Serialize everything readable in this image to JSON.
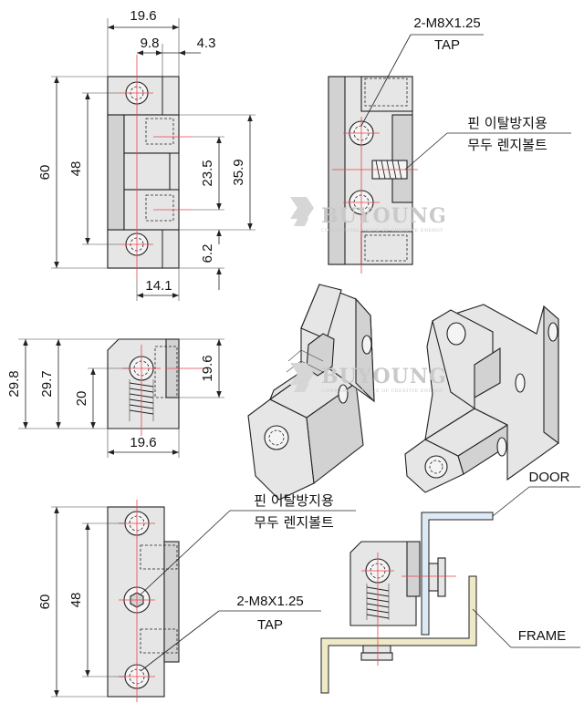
{
  "colors": {
    "centerline": "#e8454a",
    "line": "#222222",
    "body": "#e6e6e6",
    "frame_plate": "#eee9c6",
    "door_plate": "#dde9f4",
    "watermark": "#c9c9c9"
  },
  "watermark": {
    "brand": "BUYOUNG",
    "tagline": "COMMERCIAL VALUE OF CREATIVE ENERGY"
  },
  "front_view": {
    "dim_width": "19.6",
    "dim_a": "9.8",
    "dim_b": "4.3",
    "dim_height": "60",
    "dim_holes": "48",
    "dim_mid": "23.5",
    "dim_knuckle": "35.9",
    "dim_offset": "6.2",
    "dim_bottom": "14.1"
  },
  "side_view": {
    "tap_line1": "2-M8X1.25",
    "tap_line2": "TAP",
    "pin_line1": "핀 이탈방지용",
    "pin_line2": "무두 렌지볼트"
  },
  "top_view": {
    "dim_a": "29.8",
    "dim_b": "29.7",
    "dim_c": "20",
    "dim_d": "19.6",
    "dim_width": "19.6"
  },
  "rear_view": {
    "pin_line1": "핀 이탈방지용",
    "pin_line2": "무두 렌지볼트",
    "tap_line1": "2-M8X1.25",
    "tap_line2": "TAP",
    "dim_height": "60",
    "dim_holes": "48"
  },
  "mount_view": {
    "door_label": "DOOR",
    "frame_label": "FRAME"
  }
}
